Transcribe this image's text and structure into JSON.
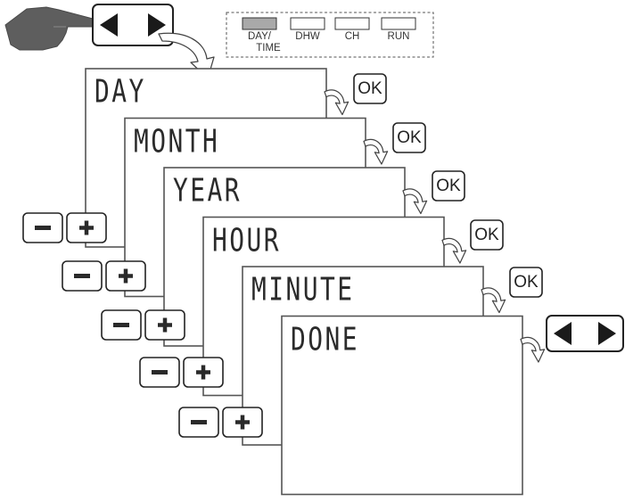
{
  "mode_indicator": {
    "modes": [
      {
        "line1": "DAY/",
        "line2": "TIME",
        "active": true
      },
      {
        "line1": "DHW",
        "line2": "",
        "active": false
      },
      {
        "line1": "CH",
        "line2": "",
        "active": false
      },
      {
        "line1": "RUN",
        "line2": "",
        "active": false
      }
    ]
  },
  "screens": [
    {
      "title": "DAY",
      "ok": "OK",
      "next": "ok"
    },
    {
      "title": "MONTH",
      "ok": "OK",
      "next": "ok"
    },
    {
      "title": "YEAR",
      "ok": "OK",
      "next": "ok"
    },
    {
      "title": "HOUR",
      "ok": "OK",
      "next": "ok"
    },
    {
      "title": "MINUTE",
      "ok": "OK",
      "next": "ok"
    },
    {
      "title": "DONE",
      "ok": "",
      "next": "arrows"
    }
  ],
  "icons": {
    "hand": "pointing-hand-icon",
    "left_arrow": "left-triangle-icon",
    "right_arrow": "right-triangle-icon",
    "minus": "minus-icon",
    "plus": "plus-icon",
    "flow_arrow": "curved-arrow-icon"
  },
  "colors": {
    "hand": "#5e5e5e",
    "active_mode": "#a9a9a9",
    "screen_border": "#555555",
    "button_border": "#222222"
  }
}
